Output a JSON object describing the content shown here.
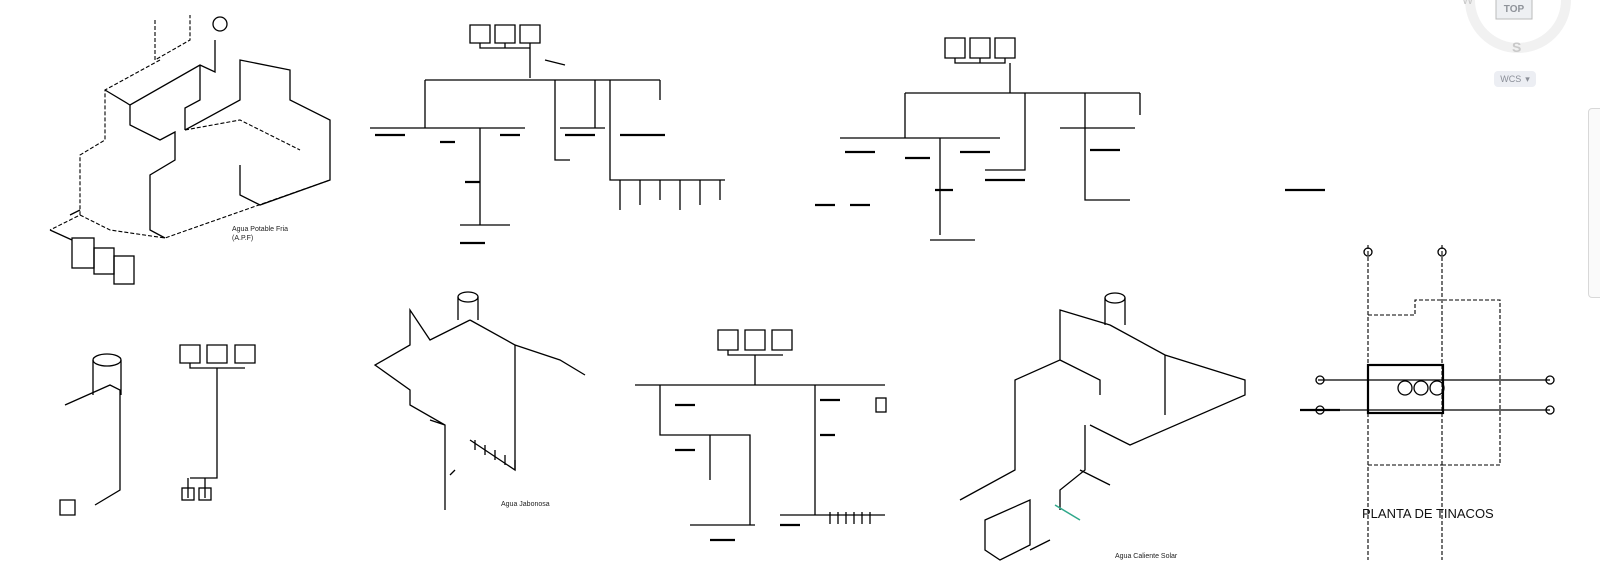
{
  "viewcube": {
    "west": "W",
    "face": "TOP",
    "south": "S",
    "coord_system": "WCS"
  },
  "labels": {
    "agua_fria": "Agua Potable Fria",
    "agua_fria_abbr": "(A.P.F)",
    "agua_jabonosa": "Agua Jabonosa",
    "agua_caliente": "Agua  Caliente Solar",
    "planta_tinacos": "PLANTA DE TINACOS"
  },
  "colors": {
    "lines": "#000000",
    "accent_fitting": "#2fa88a",
    "ui_gray": "#c9c9c9"
  }
}
